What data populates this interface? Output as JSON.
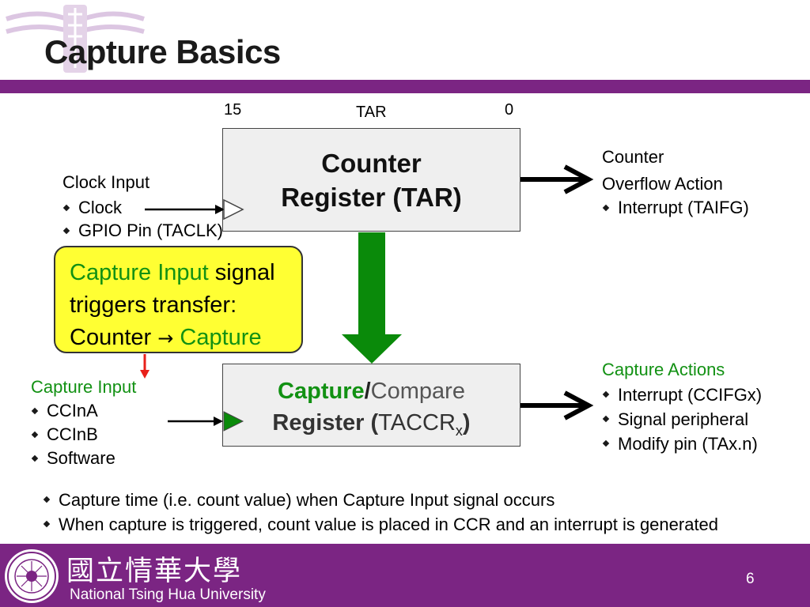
{
  "slide": {
    "title": "Capture Basics",
    "page_number": "6"
  },
  "counter_register": {
    "bit_high": "15",
    "label": "TAR",
    "bit_low": "0",
    "title_line1": "Counter",
    "title_line2": "Register (TAR)"
  },
  "clock_input": {
    "heading": "Clock Input",
    "items": [
      "Clock",
      "GPIO Pin (TACLK)"
    ]
  },
  "overflow": {
    "heading_line1": "Counter",
    "heading_line2": "Overflow Action",
    "items": [
      "Interrupt (TAIFG)"
    ]
  },
  "note": {
    "line1_green": "Capture Input",
    "line1_rest": " signal",
    "line2": "triggers transfer:",
    "line3_start": "Counter ",
    "arrow": "→",
    "line3_green": " Capture"
  },
  "capture_input": {
    "heading": "Capture Input",
    "items": [
      "CCInA",
      "CCInB",
      "Software"
    ]
  },
  "capture_register": {
    "line1_bold": "Capture",
    "line1_slash": "/",
    "line1_normal": "Compare",
    "line2_bold": "Register (",
    "line2_normal": "TACCR",
    "line2_sub": "x",
    "line2_close": ")"
  },
  "capture_actions": {
    "heading": "Capture Actions",
    "items": [
      "Interrupt (CCIFGx)",
      "Signal peripheral",
      "Modify pin (TAx.n)"
    ]
  },
  "bullets": [
    "Capture time (i.e. count value) when Capture Input signal occurs",
    "When capture is triggered, count value is placed in CCR and an interrupt is generated"
  ],
  "footer": {
    "chinese_name": "國立情華大學",
    "english_name": "National Tsing Hua University"
  },
  "colors": {
    "purple": "#7b2583",
    "green": "#129113",
    "yellow": "#ffff33",
    "red": "#e8201a",
    "box_gray": "#efefef"
  }
}
